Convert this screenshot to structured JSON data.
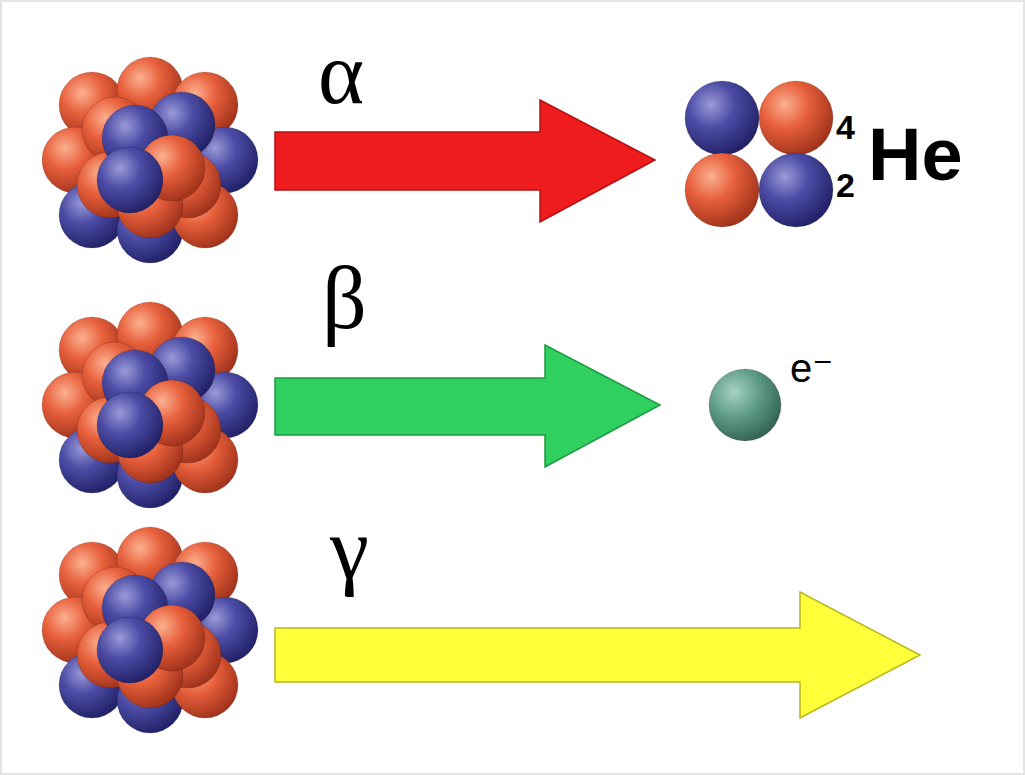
{
  "diagram": {
    "labels": [
      "α",
      "4",
      "2",
      "He",
      "β",
      "e⁻",
      "γ"
    ]
  }
}
